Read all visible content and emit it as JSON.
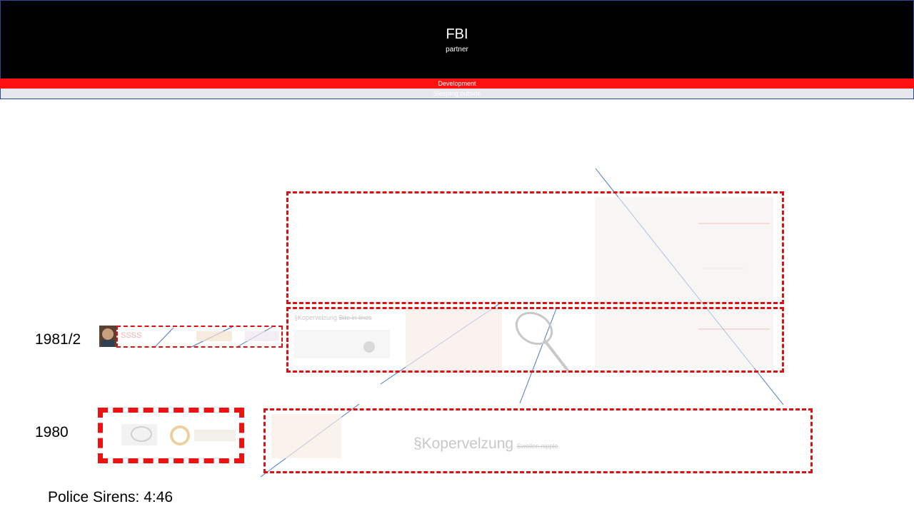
{
  "header": {
    "title": "FBI",
    "subtitle": "partner"
  },
  "bands": {
    "primary": "Development",
    "secondary": "Sleeping outside"
  },
  "timeline": {
    "rows": [
      {
        "year": "1981/2",
        "note_main": "§Kopervelzung",
        "note_struck": "Bite in lines",
        "icon_label": "SSSS"
      },
      {
        "year": "1980",
        "note_main": "§Kopervelzung",
        "note_struck": "Swollen nipple"
      }
    ]
  },
  "footer": {
    "text": "Police Sirens: 4:46"
  },
  "colors": {
    "header_bg": "#000000",
    "band_red": "#ff1010",
    "band_grey": "#e6e6ec",
    "dash": "#dd1111",
    "connector": "#4a76c8"
  }
}
